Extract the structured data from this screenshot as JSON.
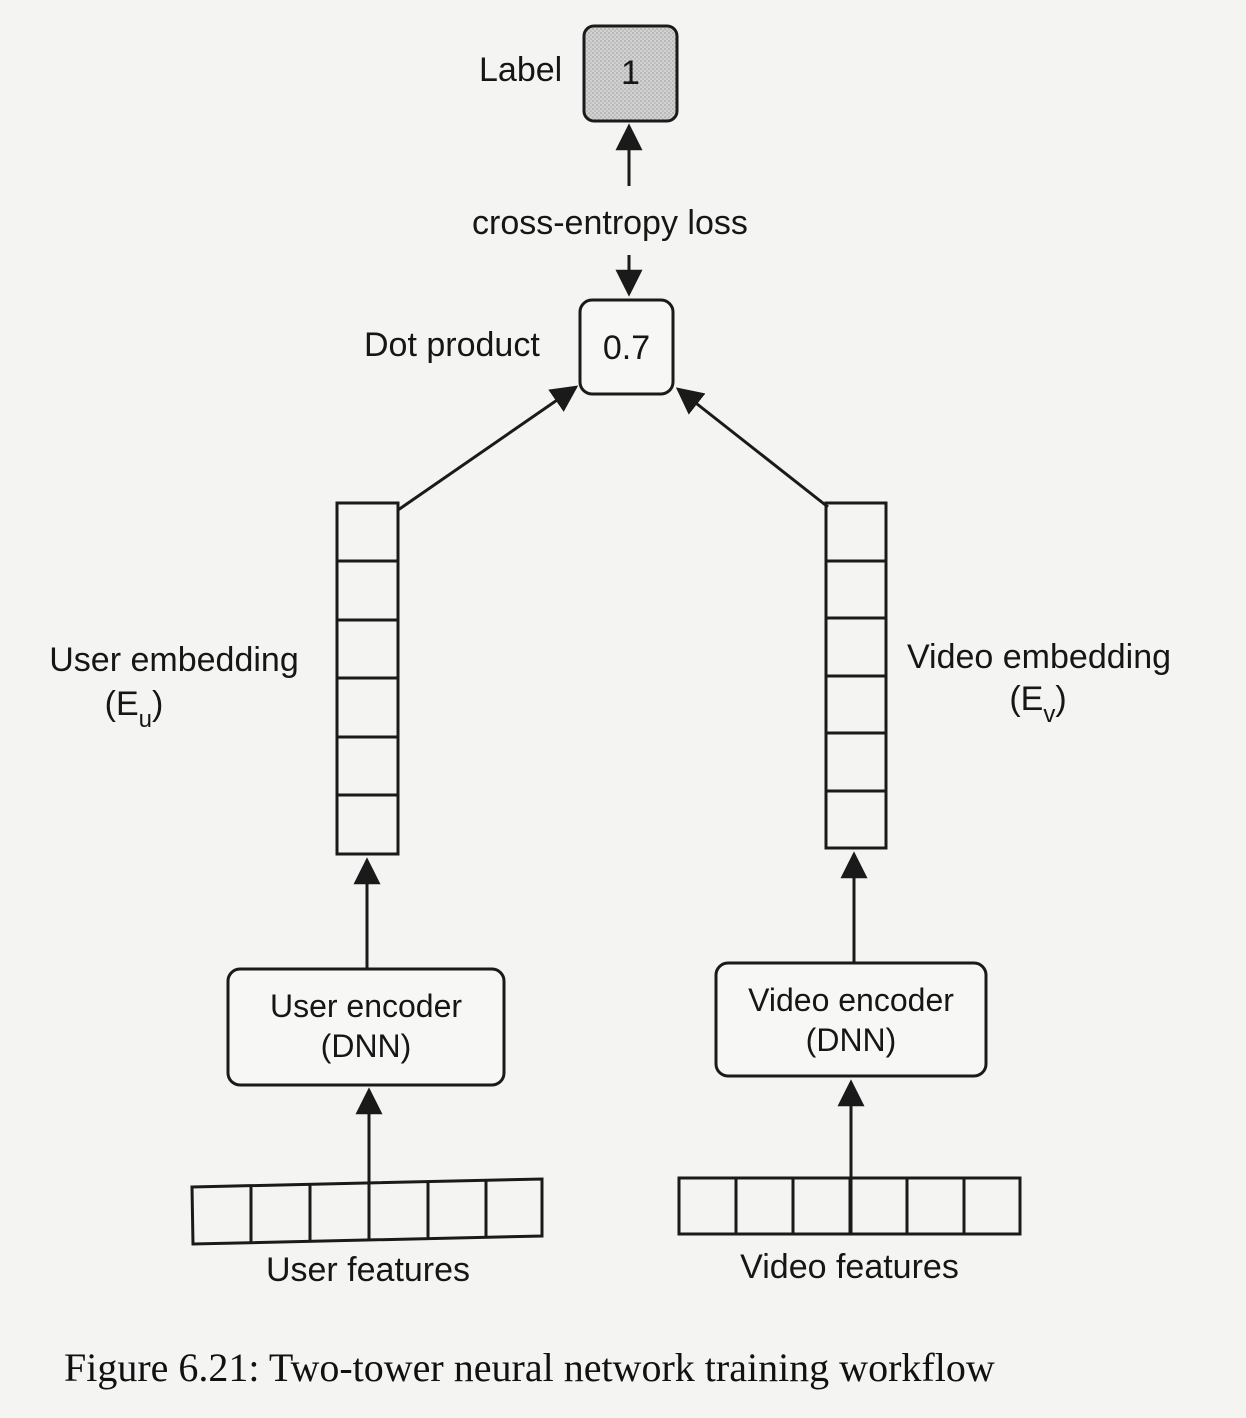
{
  "label": {
    "text": "Label",
    "value": "1"
  },
  "loss": {
    "text": "cross-entropy loss"
  },
  "dot_product": {
    "text": "Dot product",
    "value": "0.7"
  },
  "user_embedding": {
    "line1": "User embedding",
    "symbol": "E",
    "subscript": "u"
  },
  "video_embedding": {
    "line1": "Video embedding",
    "symbol": "E",
    "subscript": "v"
  },
  "user_encoder": {
    "line1": "User encoder",
    "line2": "(DNN)"
  },
  "video_encoder": {
    "line1": "Video encoder",
    "line2": "(DNN)"
  },
  "user_features": {
    "text": "User features"
  },
  "video_features": {
    "text": "Video features"
  },
  "caption": "Figure 6.21: Two-tower neural network training workflow",
  "colors": {
    "label_box_fill": "#cfcfcf",
    "stroke": "#1a1a1a",
    "background": "#f4f4f2"
  }
}
